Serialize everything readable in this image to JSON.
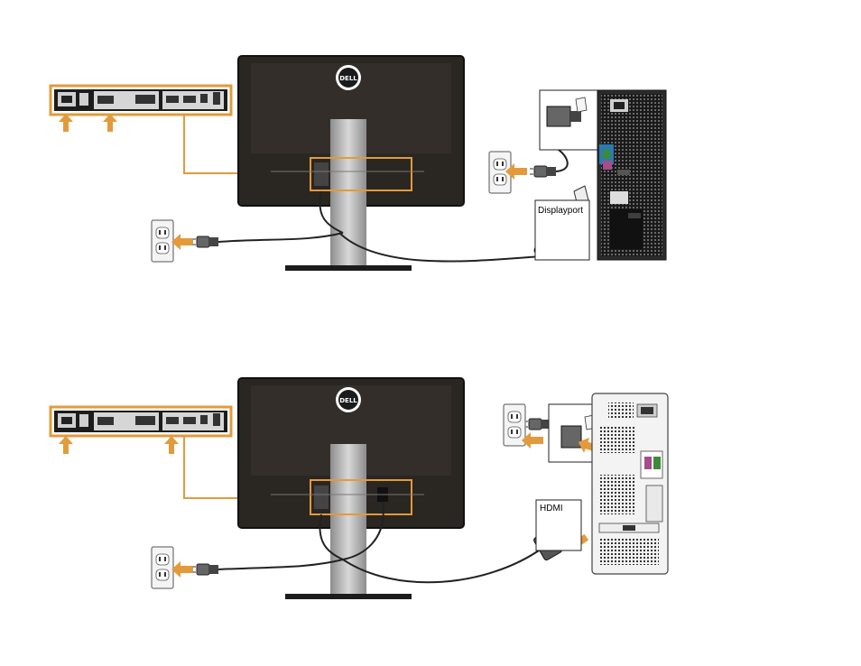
{
  "brand": {
    "logo_text": "DELL",
    "accent_color": "#e39a3b",
    "monitor_color": "#2a2622"
  },
  "panels": [
    {
      "connection": "displayport",
      "cable_label": "Displayport",
      "icons": [
        "power-outlet-icon",
        "power-cable-icon",
        "arrow-icon",
        "displayport-cable-icon",
        "monitor-rear-icon",
        "computer-tower-icon"
      ]
    },
    {
      "connection": "hdmi",
      "cable_label": "HDMI",
      "icons": [
        "power-outlet-icon",
        "power-cable-icon",
        "arrow-icon",
        "hdmi-cable-icon",
        "monitor-rear-icon",
        "computer-tower-icon"
      ]
    }
  ]
}
